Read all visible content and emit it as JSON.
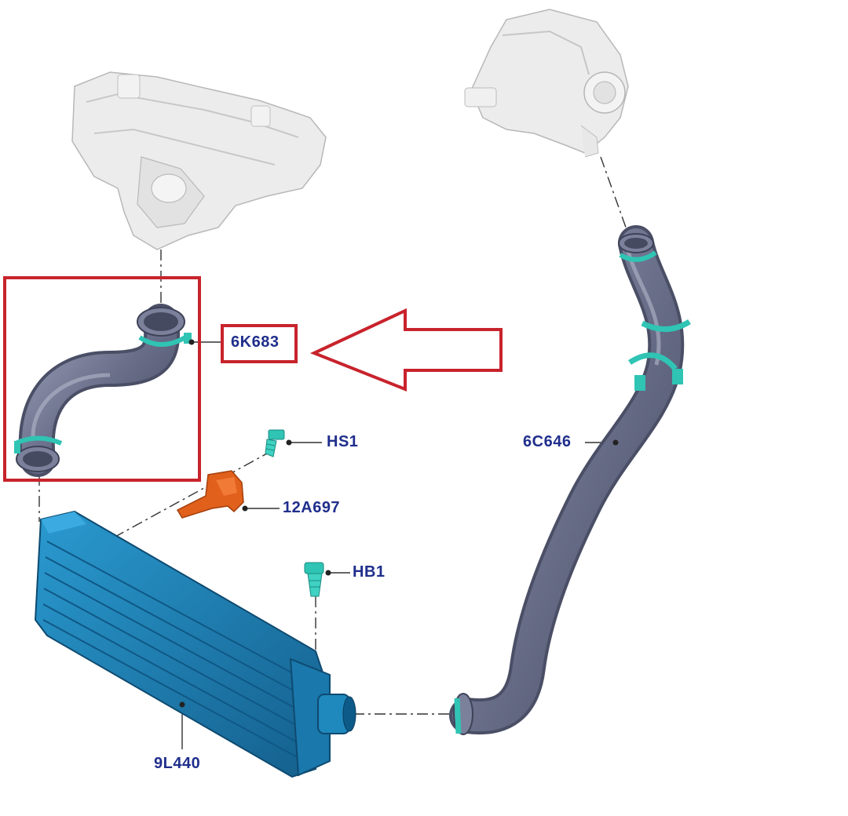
{
  "labels": {
    "hose_6k683": "6K683",
    "bolt_hs1": "HS1",
    "bracket_12a697": "12A697",
    "bolt_hb1": "HB1",
    "intercooler_9l440": "9L440",
    "hose_6c646": "6C646"
  },
  "colors": {
    "label_text": "#1f2e8c",
    "highlight_red": "#c8232c",
    "hose_dark": "#5a5f78",
    "hose_light": "#8e93ad",
    "clamp_teal": "#2fc4b4",
    "intercooler_blue": "#1c7fb5",
    "bracket_orange": "#e0601c",
    "ghost_gray": "#e4e4e4",
    "leader_line": "#333333"
  },
  "icons": {
    "intake_manifold": "intake-manifold-icon",
    "turbocharger": "turbocharger-icon",
    "intercooler": "intercooler-icon",
    "highlight_arrow": "arrow-left-icon"
  }
}
